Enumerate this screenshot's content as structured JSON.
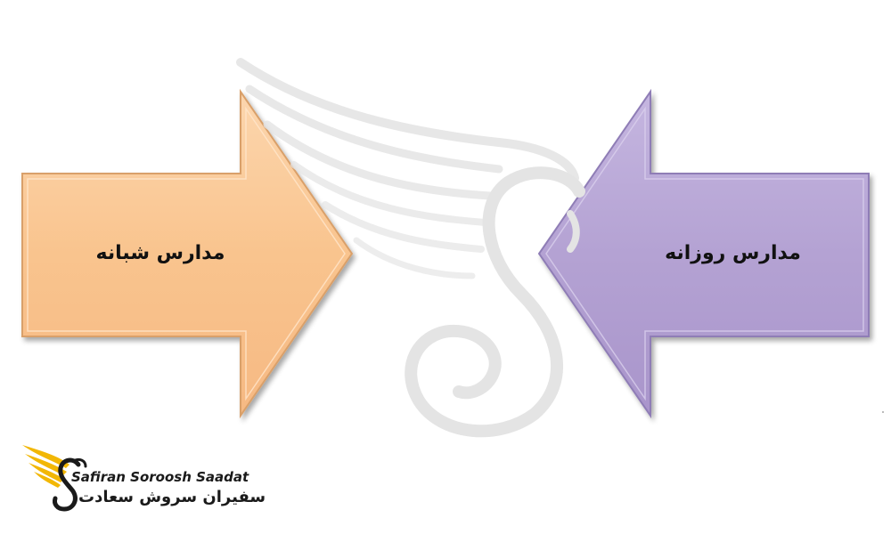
{
  "diagram": {
    "left_arrow": {
      "label": "مدارس شبانه",
      "color": "#FAC896",
      "border": "#D6A46E"
    },
    "right_arrow": {
      "label": "مدارس روزانه",
      "color": "#B7A5D6",
      "border": "#8F7DB3"
    }
  },
  "logo": {
    "english": "Safiran Soroosh Saadat",
    "persian": "سفیران سروش سعادت",
    "icon": "golden-wing-swan-icon",
    "accent": "#F2B705"
  },
  "watermark": {
    "icon": "wing-swan-watermark-icon",
    "color": "#E6E6E6"
  }
}
